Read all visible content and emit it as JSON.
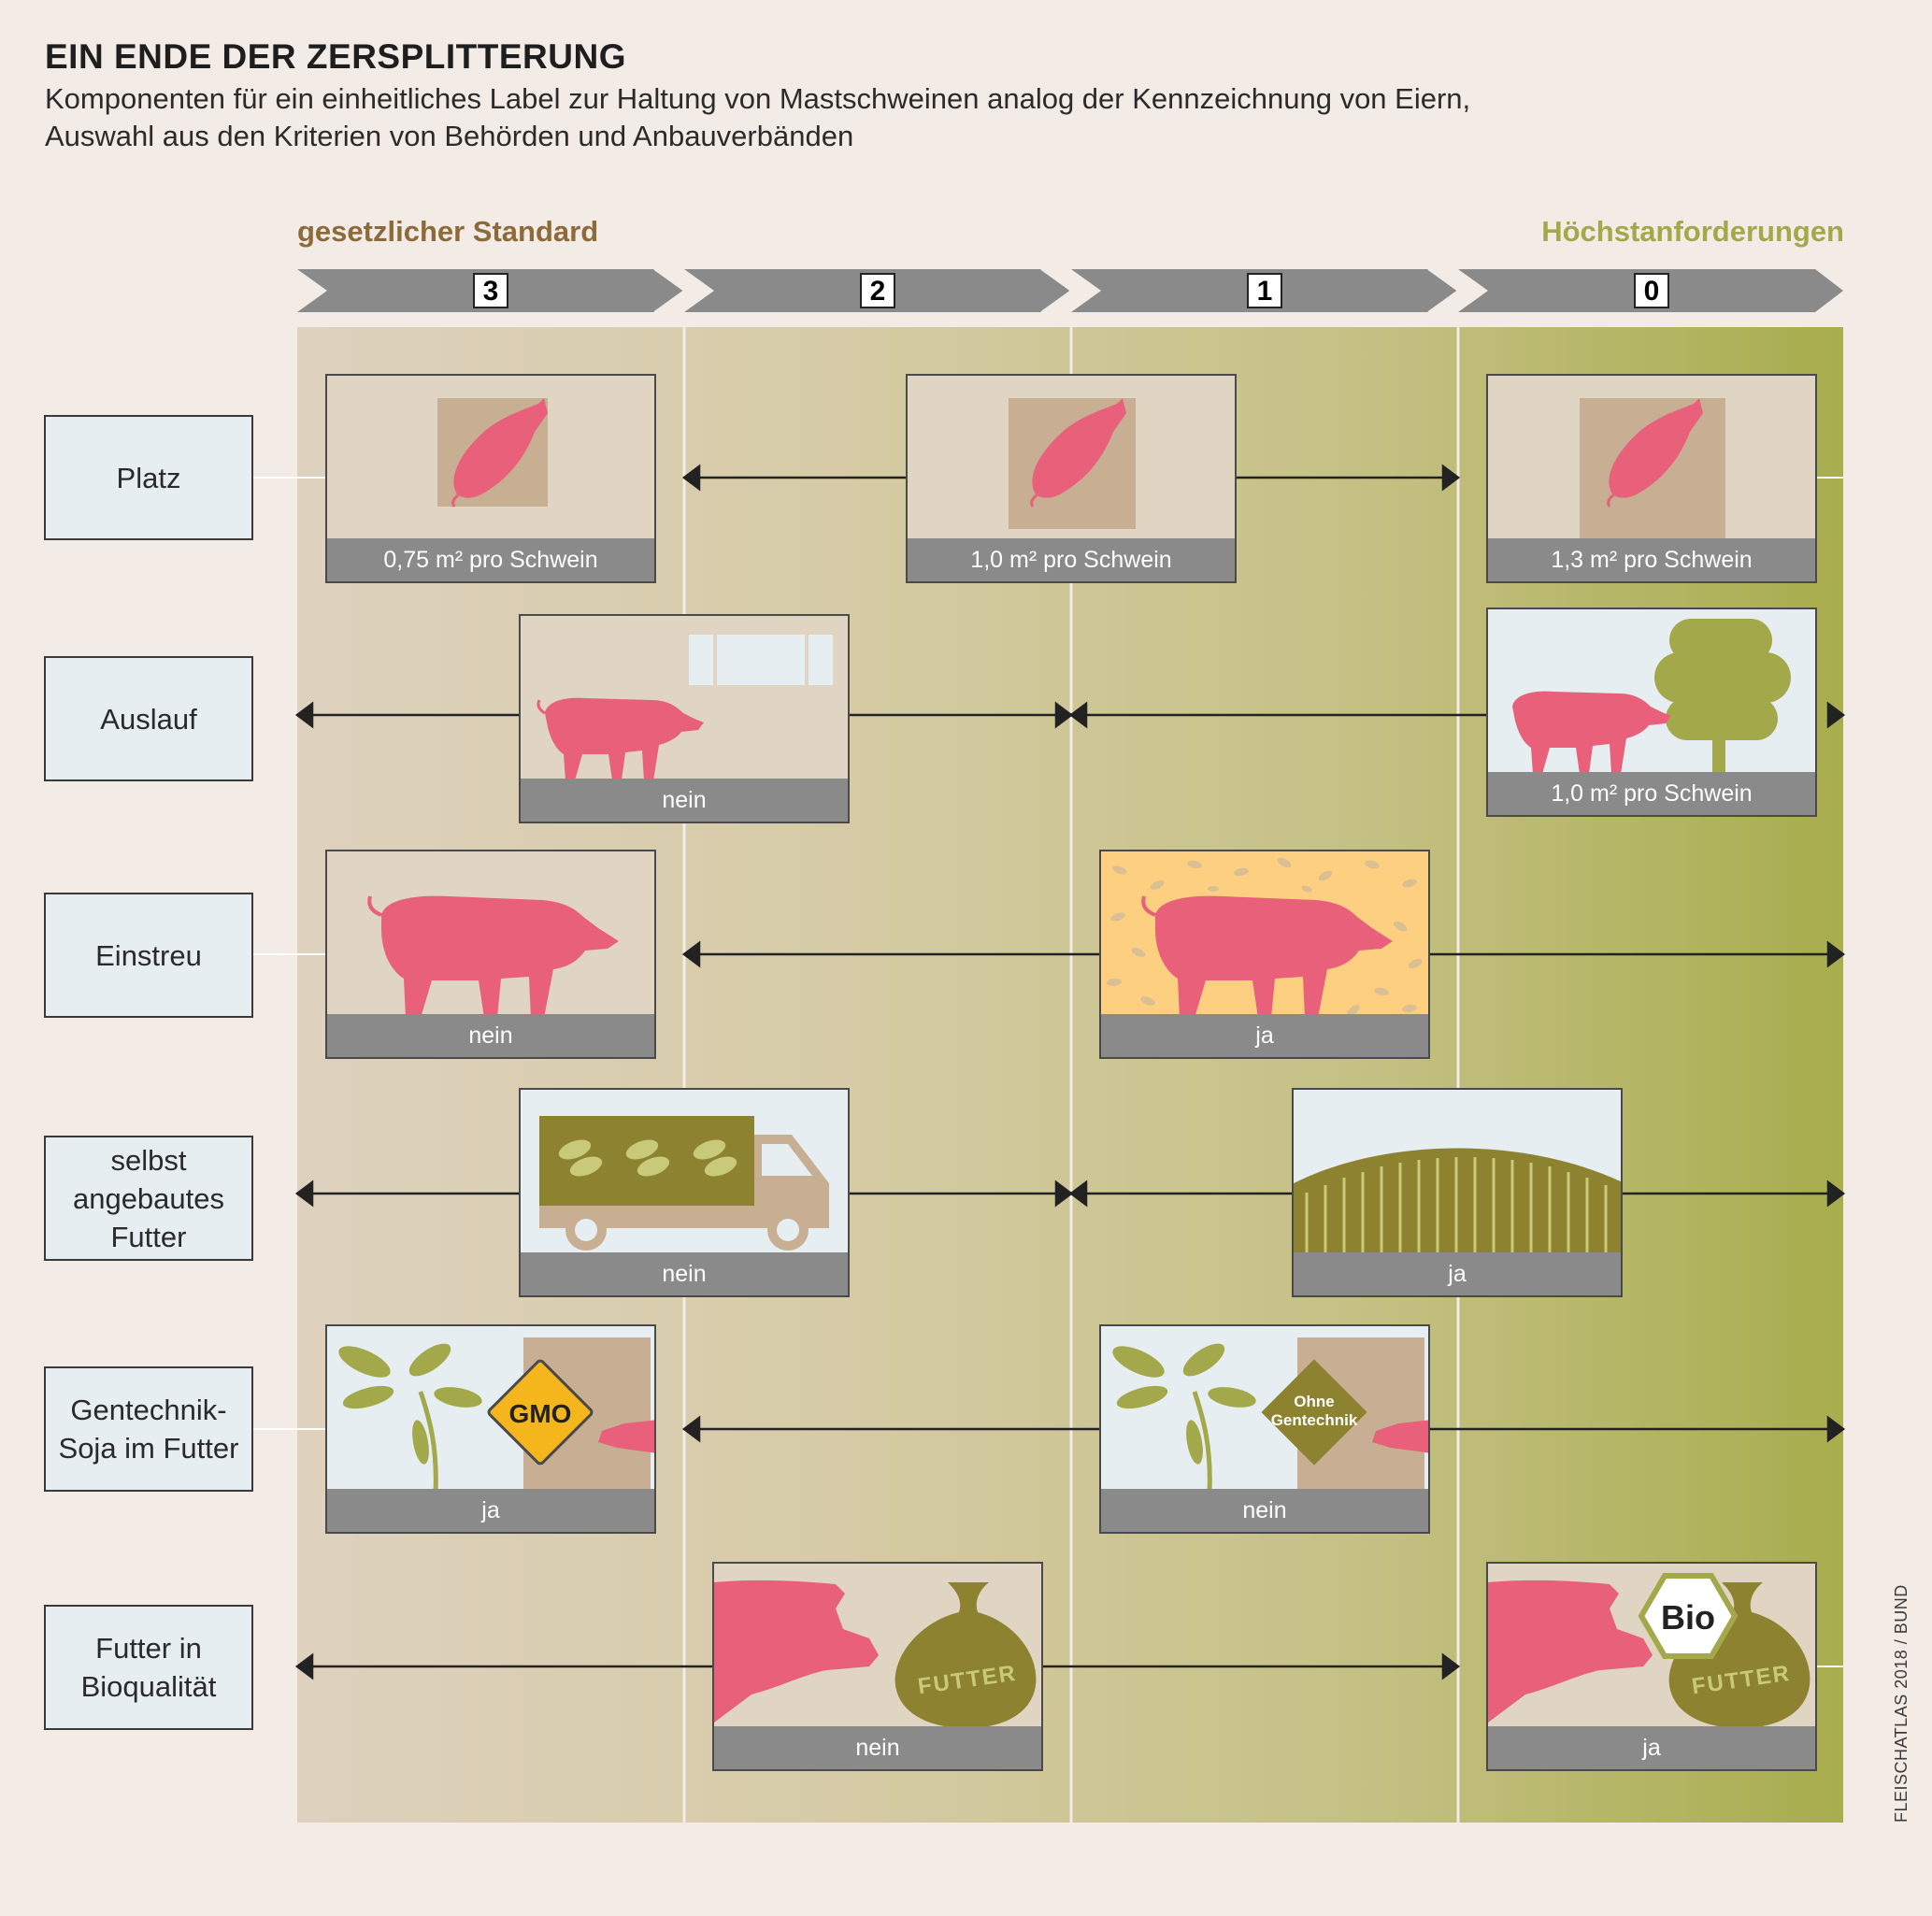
{
  "header": {
    "title": "EIN ENDE DER ZERSPLITTERUNG",
    "subtitle_line1": "Komponenten für ein einheitliches Label zur Haltung von Mastschweinen analog der Kennzeichnung von Eiern,",
    "subtitle_line2": "Auswahl aus den Kriterien von Behörden und Anbauverbänden"
  },
  "scale": {
    "left_label": "gesetzlicher Standard",
    "right_label": "Höchstanforderungen",
    "levels": [
      "3",
      "2",
      "1",
      "0"
    ]
  },
  "rows": {
    "platz": {
      "label": "Platz",
      "cards": [
        "0,75 m² pro Schwein",
        "1,0 m² pro Schwein",
        "1,3 m² pro Schwein"
      ]
    },
    "auslauf": {
      "label": "Auslauf",
      "cards": [
        "nein",
        "1,0 m² pro Schwein"
      ]
    },
    "einstreu": {
      "label": "Einstreu",
      "cards": [
        "nein",
        "ja"
      ]
    },
    "futter_selbst": {
      "label_line1": "selbst",
      "label_line2": "angebautes",
      "label_line3": "Futter",
      "cards": [
        "nein",
        "ja"
      ]
    },
    "gentechnik": {
      "label_line1": "Gentechnik-",
      "label_line2": "Soja im Futter",
      "cards": [
        "ja",
        "nein"
      ],
      "gmo": "GMO",
      "ohne1": "Ohne",
      "ohne2": "Gentechnik"
    },
    "bio": {
      "label_line1": "Futter in",
      "label_line2": "Bioqualität",
      "cards": [
        "nein",
        "ja"
      ],
      "sack": "FUTTER",
      "bio": "Bio"
    }
  },
  "source": "FLEISCHATLAS 2018 / BUND",
  "colors": {
    "pink": "#e8607a",
    "olive": "#8c8230",
    "band_left": "#ddd0bd",
    "band_right": "#a9ad4f",
    "arrow_gray": "#8a8a8a"
  }
}
